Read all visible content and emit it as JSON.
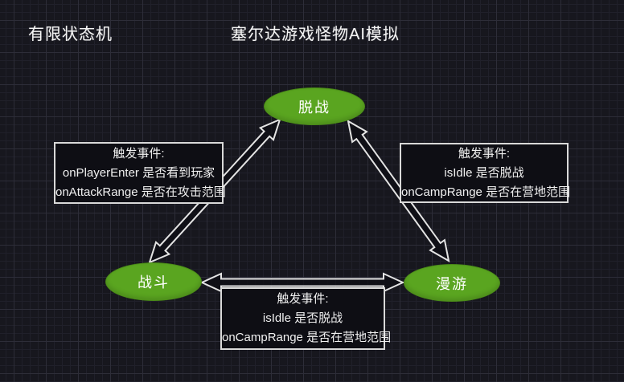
{
  "header": {
    "left_title": "有限状态机",
    "main_title": "塞尔达游戏怪物AI模拟"
  },
  "states": {
    "detached": {
      "label": "脱战"
    },
    "combat": {
      "label": "战斗"
    },
    "roam": {
      "label": "漫游"
    }
  },
  "event_boxes": {
    "combat_detached": {
      "heading": "触发事件:",
      "line1": "onPlayerEnter 是否看到玩家",
      "line2": "onAttackRange 是否在攻击范围"
    },
    "detached_roam": {
      "heading": "触发事件:",
      "line1": "isIdle 是否脱战",
      "line2": "onCampRange 是否在营地范围"
    },
    "combat_roam": {
      "heading": "触发事件:",
      "line1": "isIdle 是否脱战",
      "line2": "onCampRange 是否在营地范围"
    }
  },
  "colors": {
    "background": "#17171e",
    "grid_major": "#2d2d38",
    "grid_minor": "#20202a",
    "state_fill": "#5aa520",
    "state_edge": "#4a8a18",
    "box_fill": "#0e0e14",
    "box_border": "#d9d9d9",
    "arrow_stroke": "#e4e4e4",
    "text": "#f0f0f0"
  }
}
